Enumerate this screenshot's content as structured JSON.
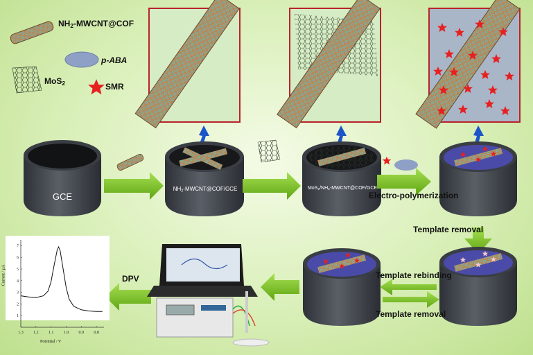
{
  "legend": {
    "cnt": "NH2-MWCNT@COF",
    "aba": "p-ABA",
    "mos2": "MoS2",
    "smr": "SMR"
  },
  "cylinders": {
    "gce": "GCE",
    "c2": "NH2-MWCNT@COF/GCE",
    "c3": "MoS2/NH2-MWCNT@COF/GCE"
  },
  "steps": {
    "electropolymerization": "Electro-polymerization",
    "template_removal_1": "Template removal",
    "template_rebinding": "Template rebinding",
    "template_removal_2": "Template removal",
    "dpv": "DPV"
  },
  "colors": {
    "arrow": "#74c11d",
    "cylinder": "#3d4148",
    "frame": "#c0392b",
    "star": "#e62020",
    "aba": "#8fa0c6",
    "cnt": "#a07850",
    "cavity": "#4a4ba8"
  },
  "chart_data": {
    "type": "line",
    "xlabel": "Potential / V",
    "ylabel": "Current / µA",
    "x_ticks": [
      "1.3",
      "1.2",
      "1.1",
      "1.0",
      "0.9",
      "0.8"
    ],
    "y_ticks": [
      "1",
      "2",
      "3",
      "4",
      "5",
      "6",
      "7"
    ],
    "xlim": [
      1.3,
      0.75
    ],
    "ylim": [
      0,
      7.5
    ],
    "series": [
      {
        "x": [
          1.3,
          1.25,
          1.2,
          1.15,
          1.12,
          1.1,
          1.08,
          1.06,
          1.05,
          1.04,
          1.02,
          1.0,
          0.98,
          0.95,
          0.9,
          0.85,
          0.8,
          0.76
        ],
        "y": [
          2.7,
          2.6,
          2.55,
          2.7,
          3.1,
          3.9,
          5.3,
          6.6,
          6.9,
          6.6,
          5.0,
          3.4,
          2.4,
          1.8,
          1.5,
          1.4,
          1.35,
          1.35
        ]
      }
    ]
  }
}
